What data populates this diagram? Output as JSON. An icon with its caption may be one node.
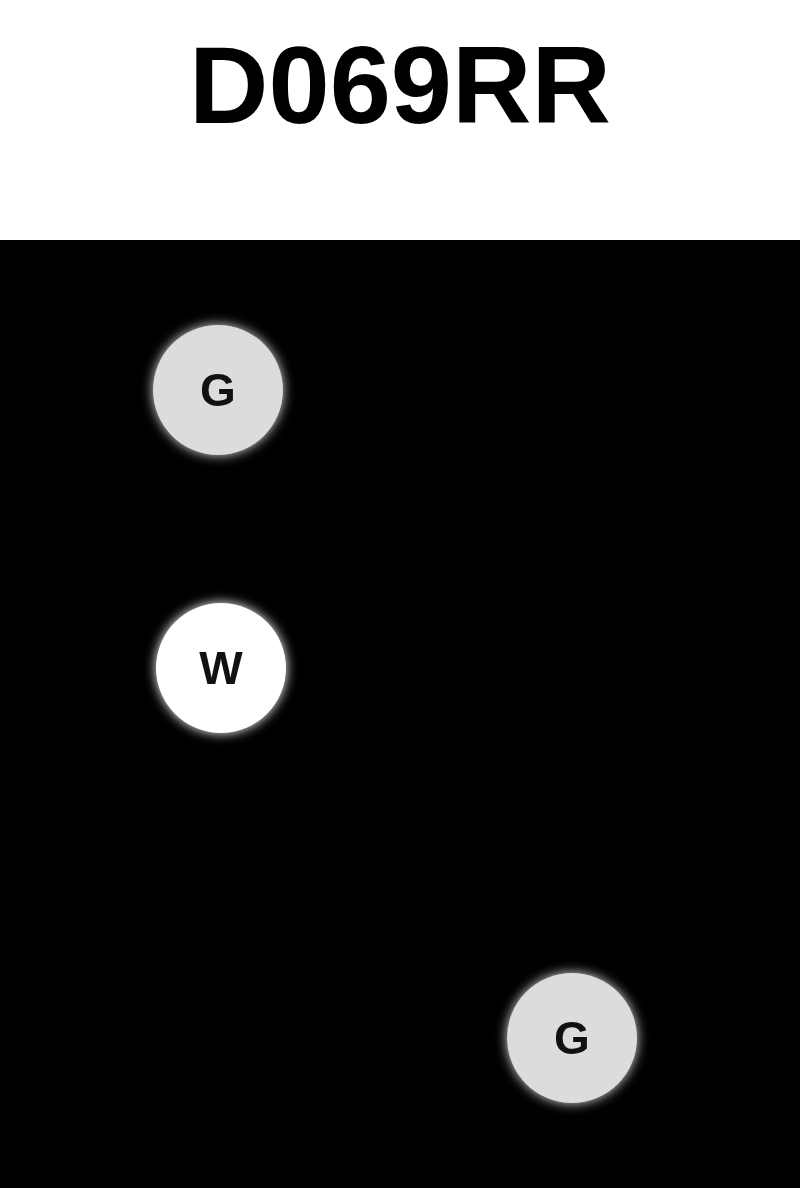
{
  "diagram": {
    "title": "D069RR",
    "nodes": [
      {
        "text": [
          "G"
        ]
      },
      {
        "text": [
          "W"
        ]
      },
      {
        "text": [
          "G"
        ]
      }
    ]
  }
}
